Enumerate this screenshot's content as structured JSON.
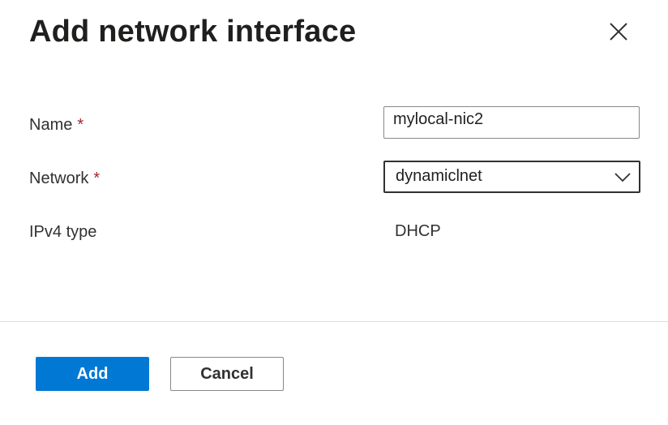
{
  "dialog": {
    "title": "Add network interface",
    "close_icon": "close-icon"
  },
  "form": {
    "name": {
      "label": "Name",
      "required_marker": "*",
      "value": "mylocal-nic2"
    },
    "network": {
      "label": "Network",
      "required_marker": "*",
      "selected": "dynamiclnet",
      "icon": "chevron-down-icon"
    },
    "ipv4_type": {
      "label": "IPv4 type",
      "value": "DHCP"
    }
  },
  "footer": {
    "add_label": "Add",
    "cancel_label": "Cancel"
  },
  "colors": {
    "primary": "#0078d4",
    "required": "#a4262c",
    "text": "#323130",
    "divider": "#e1dfdd"
  }
}
